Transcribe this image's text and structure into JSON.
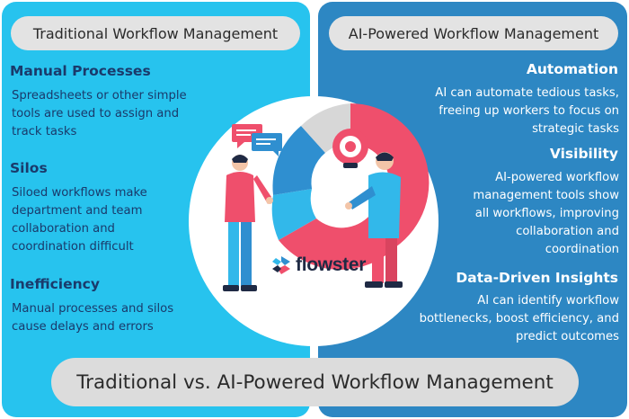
{
  "left": {
    "header": "Traditional Workflow Management",
    "sections": [
      {
        "title": "Manual Processes",
        "lines": [
          "Spreadsheets or other simple",
          "tools are used to assign and",
          "track tasks"
        ]
      },
      {
        "title": "Silos",
        "lines": [
          "Siloed workflows make",
          "department and team",
          "collaboration and",
          "coordination difficult"
        ]
      },
      {
        "title": "Inefficiency",
        "lines": [
          "Manual processes and silos",
          "cause delays and errors"
        ]
      }
    ]
  },
  "right": {
    "header": "AI-Powered Workflow Management",
    "sections": [
      {
        "title": "Automation",
        "lines": [
          "AI can automate tedious tasks,",
          "freeing up workers to focus on",
          "strategic tasks"
        ]
      },
      {
        "title": "Visibility",
        "lines": [
          "AI-powered workflow",
          "management tools show",
          "all workflows, improving",
          "collaboration and",
          "coordination"
        ]
      },
      {
        "title": "Data-Driven Insights",
        "lines": [
          "AI can identify workflow",
          "bottlenecks, boost efficiency, and",
          "predict outcomes"
        ]
      }
    ]
  },
  "brand": {
    "name": "flowster",
    "logo_icon": "flowster-logo-icon"
  },
  "footer": {
    "title": "Traditional vs. AI-Powered Workflow Management"
  },
  "colors": {
    "left_panel": "#27c3ee",
    "right_panel": "#2d87c3",
    "left_text": "#1a3a6b",
    "accent_pink": "#ef4f6c",
    "accent_blue": "#2f8fd0",
    "light_gray": "#e3e3e3"
  }
}
